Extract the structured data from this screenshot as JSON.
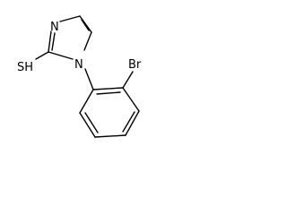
{
  "molecule": {
    "atoms": {
      "bromine": "Br",
      "ring_nitrogen_top": "N",
      "ring_nitrogen_bottom": "N",
      "thiol": "SH"
    }
  }
}
